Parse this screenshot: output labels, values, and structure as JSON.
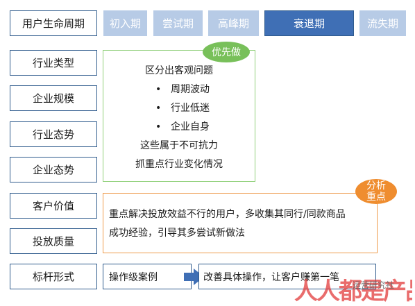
{
  "stage_row": {
    "label": "用户生命周期",
    "stages": [
      "初入期",
      "尝试期",
      "高峰期",
      "衰退期",
      "流失期"
    ],
    "active": "衰退期"
  },
  "left_labels": [
    "行业类型",
    "企业规模",
    "行业态势",
    "企业态势",
    "客户价值",
    "投放质量",
    "标杆形式"
  ],
  "priority_box": {
    "badge": "优先做",
    "title": "区分出客观问题",
    "bullets": [
      "周期波动",
      "行业低迷",
      "企业自身"
    ],
    "lines": [
      "这些属于不可抗力",
      "抓重点行业变化情况"
    ]
  },
  "analysis_box": {
    "badge_lines": [
      "分析",
      "重点"
    ],
    "text_lines": [
      "重点解决投放效益不行的用户，多收集其同行/同款商品",
      "成功经验，引导其多尝试新做法"
    ]
  },
  "case_row": {
    "case_label": "操作级案例",
    "result": "改善具体操作，让客户赚第一笔"
  },
  "watermark": {
    "big": "人人都是产品经理",
    "small": "运营研究社"
  },
  "colors": {
    "label_border": "#2e5a8c",
    "stage_inactive": "#b7cbe6",
    "stage_active": "#3f6fb5",
    "green": "#78c05a",
    "orange": "#ef8d2f",
    "arrow": "#3f6fb5"
  }
}
